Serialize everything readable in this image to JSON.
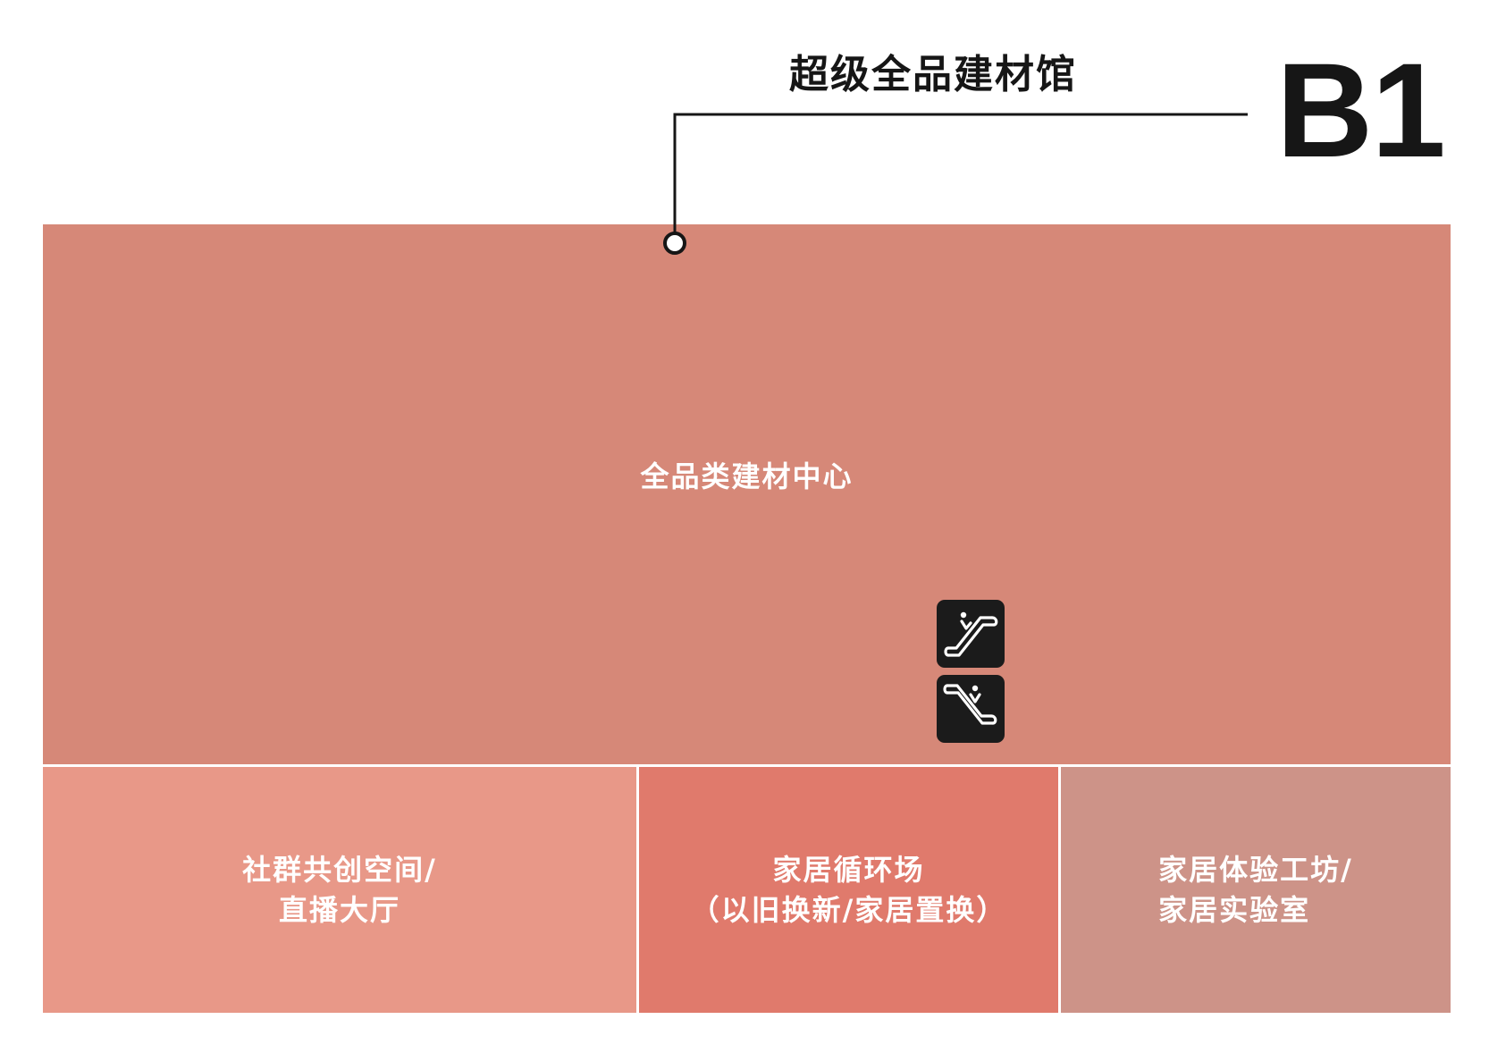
{
  "header": {
    "floor_code": "B1",
    "floor_title": "超级全品建材馆"
  },
  "zones": {
    "main": {
      "label": "全品类建材中心",
      "color": "#D68878"
    },
    "bottom": [
      {
        "lines": [
          "社群共创空间/",
          "直播大厅"
        ],
        "color": "#E89888"
      },
      {
        "lines": [
          "家居循环场",
          "（以旧换新/家居置换）"
        ],
        "color": "#E07A6C"
      },
      {
        "lines": [
          "家居体验工坊/",
          "家居实验室"
        ],
        "color": "#CD9388"
      }
    ]
  },
  "icons": {
    "escalator_up": "escalator-up-icon",
    "escalator_down": "escalator-down-icon"
  }
}
